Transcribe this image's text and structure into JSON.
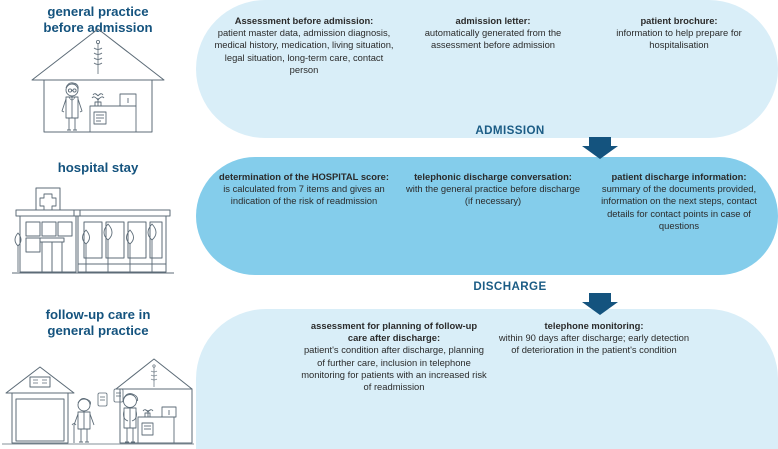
{
  "stages": [
    {
      "id": "gp-before-admission",
      "label": "general practice\nbefore admission",
      "label_line1": "general practice",
      "label_line2": "before admission",
      "illustration": "house-with-doctor-and-desk"
    },
    {
      "id": "hospital-stay",
      "label": "hospital stay",
      "label_line1": "hospital stay",
      "label_line2": "",
      "illustration": "hospital-building-with-trees"
    },
    {
      "id": "follow-up-care",
      "label": "follow-up care in\ngeneral practice",
      "label_line1": "follow-up care in",
      "label_line2": "general practice",
      "illustration": "two-houses-with-patients"
    }
  ],
  "bands": {
    "admission": {
      "name": "before admission",
      "color": "#d9eef8",
      "cards": [
        {
          "heading": "Assessment before admission:",
          "body": "patient master data, admission diagnosis, medical history, medication, living situation, legal situation, long-term care, contact person"
        },
        {
          "heading": "admission letter:",
          "body": "automatically generated from the assessment before admission"
        },
        {
          "heading": "patient brochure:",
          "body": "information to help prepare for hospitalisation"
        }
      ]
    },
    "hospital": {
      "name": "hospital stay",
      "color": "#84cdeb",
      "cards": [
        {
          "heading": "determination of the HOSPITAL score:",
          "body": "is calculated from 7 items and gives an indication of the risk of readmission"
        },
        {
          "heading": "telephonic discharge conversation:",
          "body": "with the general practice before discharge (if necessary)"
        },
        {
          "heading": "patient discharge information:",
          "body": "summary of the documents provided, information on the next steps, contact details for contact points in case of questions"
        }
      ]
    },
    "followup": {
      "name": "follow-up care",
      "color": "#d9eef8",
      "cards": [
        {
          "heading": "assessment for planning of follow-up care after discharge:",
          "body": "patient's condition after discharge, planning of further care, inclusion in telephone monitoring for patients with an increased risk of readmission"
        },
        {
          "heading": "telephone monitoring:",
          "body": "within 90 days after discharge; early detection of deterioration in the patient's condition"
        }
      ]
    }
  },
  "transitions": [
    {
      "id": "admission",
      "label": "ADMISSION",
      "icon": "down-arrow-icon",
      "color": "#14537e"
    },
    {
      "id": "discharge",
      "label": "DISCHARGE",
      "icon": "down-arrow-icon",
      "color": "#14537e"
    }
  ],
  "colors": {
    "light_band": "#d9eef8",
    "mid_band": "#84cdeb",
    "label_blue": "#14537e",
    "arrow_blue": "#14537e",
    "body_text": "#2b2b2b"
  }
}
